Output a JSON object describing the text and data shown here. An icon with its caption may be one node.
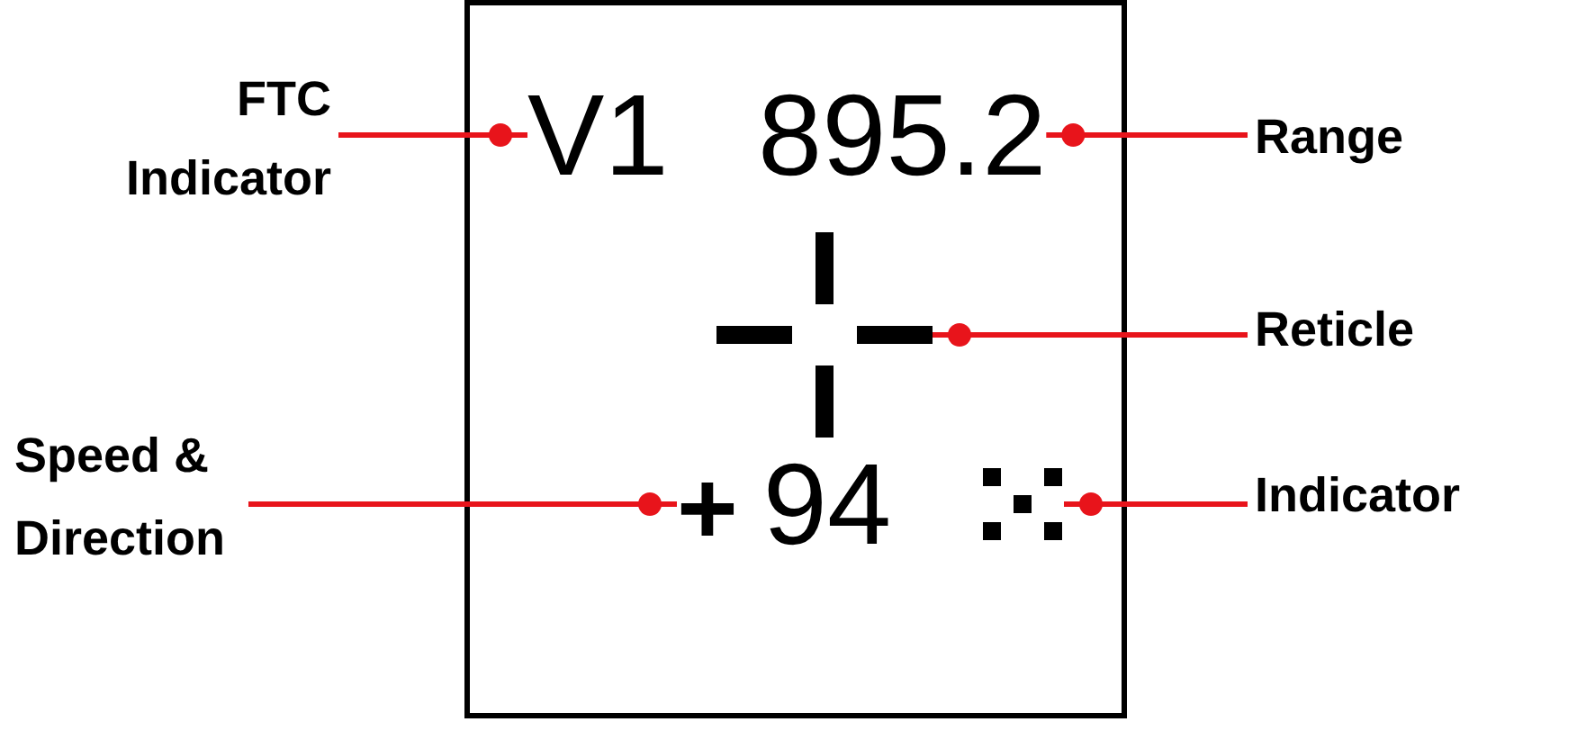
{
  "diagram": {
    "nodes": [
      {
        "text": [],
        "shape": "box"
      },
      {
        "text": [
          "V1"
        ],
        "in": 0
      },
      {
        "text": [
          "895.2"
        ],
        "in": 0
      },
      {
        "text": [],
        "shape": "cross",
        "in": 0
      },
      {
        "text": [
          "+",
          "94"
        ],
        "in": 0
      },
      {
        "text": [],
        "shape": "picture",
        "in": 0
      },
      {
        "text": [
          "FTC Indicator"
        ]
      },
      {
        "text": [
          "Range"
        ]
      },
      {
        "text": [
          "Reticle"
        ]
      },
      {
        "text": [
          "Speed & Direction"
        ]
      },
      {
        "text": [
          "Indicator"
        ]
      }
    ],
    "edges": [
      {
        "from": 6,
        "to": 1,
        "arrow": "other"
      },
      {
        "from": 7,
        "to": 2,
        "arrow": "other"
      },
      {
        "from": 8,
        "to": 3,
        "arrow": "other"
      },
      {
        "from": 9,
        "to": 4,
        "arrow": "other"
      },
      {
        "from": 10,
        "to": 5,
        "arrow": "other"
      }
    ]
  }
}
